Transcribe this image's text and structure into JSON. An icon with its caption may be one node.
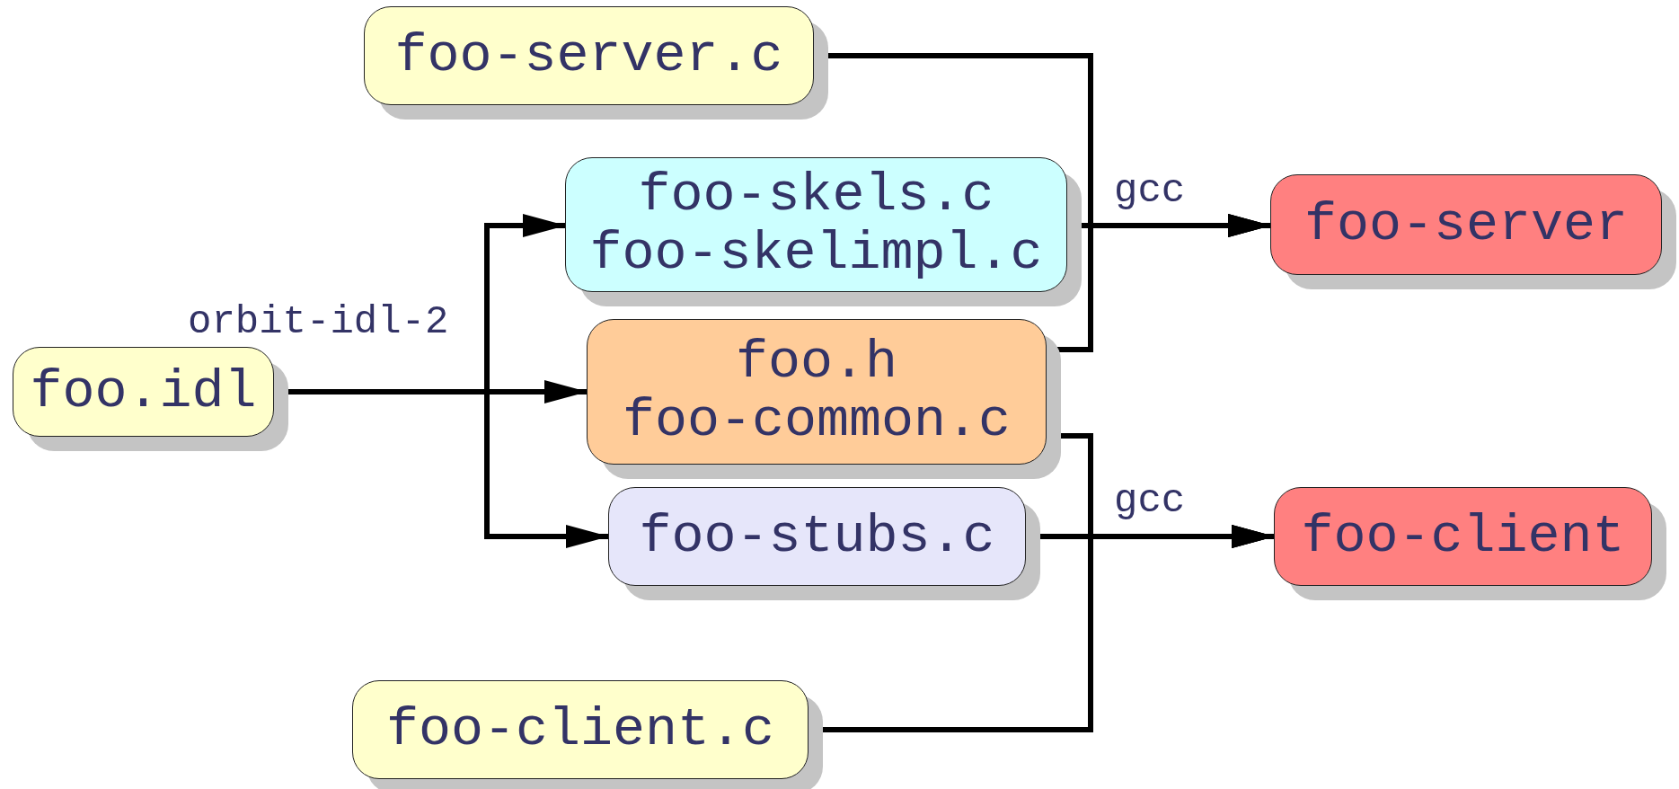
{
  "diagram": {
    "nodes": [
      {
        "text": [
          "foo-server.c"
        ]
      },
      {
        "text": [
          "foo-skels.c",
          "foo-skelimpl.c"
        ]
      },
      {
        "text": [
          "foo-server"
        ]
      },
      {
        "text": [
          "foo.idl"
        ]
      },
      {
        "text": [
          "foo.h",
          "foo-common.c"
        ]
      },
      {
        "text": [
          "foo-stubs.c"
        ]
      },
      {
        "text": [
          "foo-client"
        ]
      },
      {
        "text": [
          "foo-client.c"
        ]
      }
    ],
    "edges": [
      {
        "from": 3,
        "to": 1,
        "arrow": "to"
      },
      {
        "from": 3,
        "to": 4,
        "arrow": "to",
        "label": "orbit-idl-2"
      },
      {
        "from": 3,
        "to": 5,
        "arrow": "to"
      },
      {
        "from": 0,
        "to": 2,
        "arrow": "to"
      },
      {
        "from": 1,
        "to": 2,
        "arrow": "to",
        "label": "gcc"
      },
      {
        "from": 4,
        "to": 2,
        "arrow": "to"
      },
      {
        "from": 4,
        "to": 6,
        "arrow": "to"
      },
      {
        "from": 5,
        "to": 6,
        "arrow": "to",
        "label": "gcc"
      },
      {
        "from": 7,
        "to": 6,
        "arrow": "to"
      }
    ]
  }
}
